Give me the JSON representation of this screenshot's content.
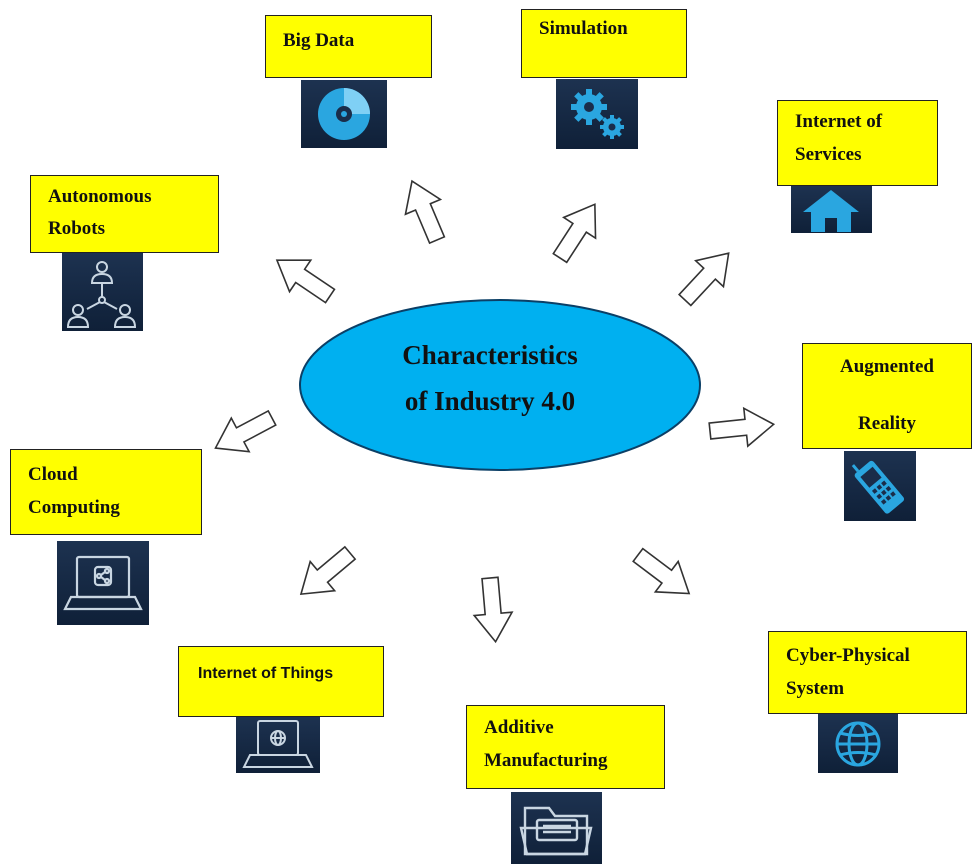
{
  "center": {
    "line1": "Characteristics",
    "line2": "of Industry 4.0"
  },
  "nodes": {
    "big_data": {
      "line1": "Big   Data",
      "icon": "disc-icon"
    },
    "simulation": {
      "line1": "Simulation",
      "icon": "gears-icon"
    },
    "internet_of_services": {
      "line1": "Internet of",
      "line2": "Services",
      "icon": "house-icon"
    },
    "autonomous_robots": {
      "line1": "Autonomous",
      "line2": "Robots",
      "icon": "network-people-icon"
    },
    "augmented_reality": {
      "line1": "Augmented",
      "line2": "Reality",
      "icon": "mobile-phone-icon"
    },
    "cloud_computing": {
      "line1": "Cloud",
      "line2": "Computing",
      "icon": "laptop-share-icon"
    },
    "internet_of_things": {
      "line1": "Internet of Things",
      "icon": "laptop-globe-icon"
    },
    "additive_manufacturing": {
      "line1": "Additive",
      "line2": "Manufacturing",
      "icon": "folder-icon"
    },
    "cyber_physical_system": {
      "line1": "Cyber-Physical",
      "line2": "System",
      "icon": "globe-icon"
    }
  },
  "colors": {
    "center_fill": "#00b0f0",
    "box_fill": "#ffff00",
    "icon_bg": "#1a2d4a",
    "icon_fg": "#2aa6e0"
  }
}
